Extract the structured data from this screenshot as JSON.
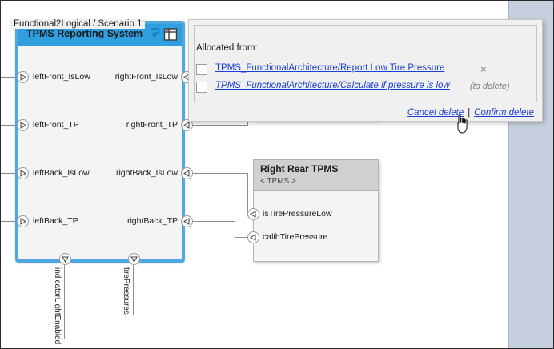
{
  "diagram": {
    "main_block": {
      "title": "TPMS Reporting System",
      "header_icons": [
        "collapse-arrow-icon",
        "panel-view-icon"
      ],
      "left_ports": [
        {
          "label": "leftFront_IsLow"
        },
        {
          "label": "leftFront_TP"
        },
        {
          "label": "leftBack_IsLow"
        },
        {
          "label": "leftBack_TP"
        }
      ],
      "right_ports": [
        {
          "label": "rightFront_IsLow"
        },
        {
          "label": "rightFront_TP"
        },
        {
          "label": "rightBack_IsLow"
        },
        {
          "label": "rightBack_TP"
        }
      ],
      "bottom_ports": [
        {
          "label": "indicatorLightEnabled"
        },
        {
          "label": "tirePressures"
        }
      ]
    },
    "right_rear_block": {
      "title": "Right Rear TPMS",
      "stereotype": "< TPMS >",
      "ports": [
        {
          "label": "isTirePressureLow"
        },
        {
          "label": "calibTirePressure"
        }
      ]
    }
  },
  "popup": {
    "group_title": "Functional2Logical / Scenario 1",
    "allocated_from_label": "Allocated from:",
    "rows": [
      {
        "link": "TPMS_FunctionalArchitecture/Report Low Tire Pressure",
        "suffix": "×",
        "checked": false,
        "italic": false
      },
      {
        "link": "TPMS_FunctionalArchitecture/Calculate if pressure is low",
        "suffix": "(to delete)",
        "checked": false,
        "italic": true
      }
    ],
    "cancel_label": "Cancel delete",
    "separator": "|",
    "confirm_label": "Confirm delete"
  },
  "colors": {
    "accent_blue": "#2f9fe0",
    "block_border_blue": "#4fa8e0",
    "link_blue": "#1a3fd4",
    "panel_bg": "#c6cfdd",
    "block_bg": "#f4f4f4",
    "header_gray": "#d0d0d0"
  }
}
